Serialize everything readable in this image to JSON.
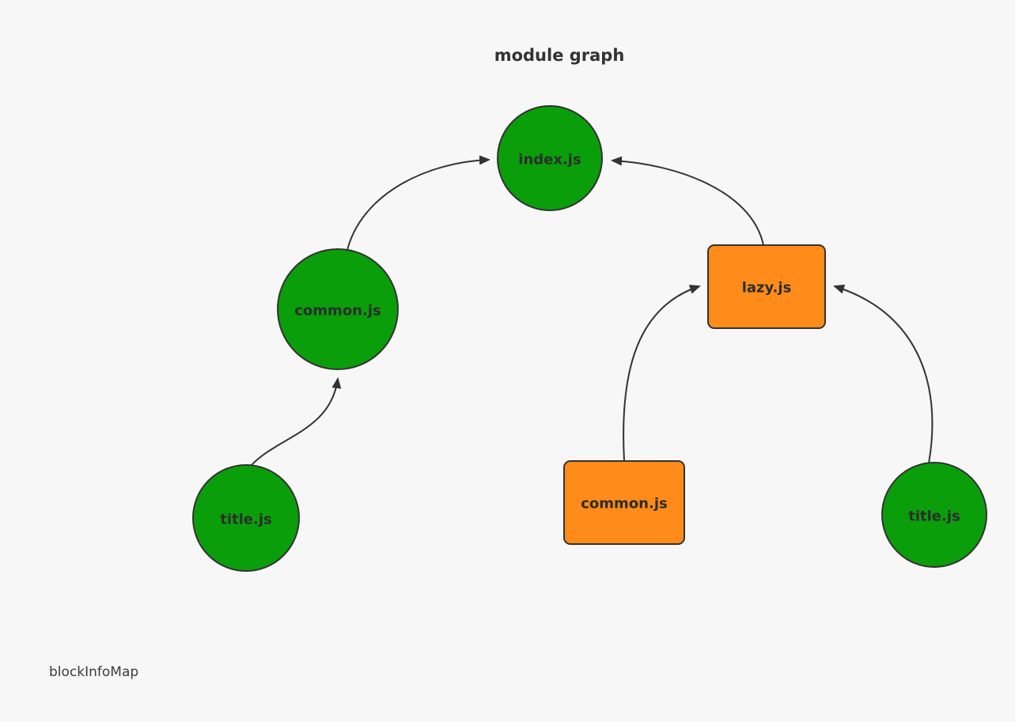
{
  "page": {
    "title": "module graph",
    "footer": "blockInfoMap"
  },
  "colors": {
    "background": "#f7f7f8",
    "node_green": "#0a9e0a",
    "node_orange": "#ff8c1a",
    "node_stroke": "#333333",
    "edge": "#333333",
    "label": "#2d2d2d"
  },
  "graph": {
    "nodes": [
      {
        "id": "index",
        "label": "index.js",
        "shape": "circle",
        "color": "#0a9e0a"
      },
      {
        "id": "common-left",
        "label": "common.js",
        "shape": "circle",
        "color": "#0a9e0a"
      },
      {
        "id": "title-left",
        "label": "title.js",
        "shape": "circle",
        "color": "#0a9e0a"
      },
      {
        "id": "lazy",
        "label": "lazy.js",
        "shape": "rect",
        "color": "#ff8c1a"
      },
      {
        "id": "common-bottom",
        "label": "common.js",
        "shape": "rect",
        "color": "#ff8c1a"
      },
      {
        "id": "title-right",
        "label": "title.js",
        "shape": "circle",
        "color": "#0a9e0a"
      }
    ],
    "edges": [
      {
        "from": "common-left",
        "to": "index"
      },
      {
        "from": "lazy",
        "to": "index"
      },
      {
        "from": "title-left",
        "to": "common-left"
      },
      {
        "from": "common-bottom",
        "to": "lazy"
      },
      {
        "from": "title-right",
        "to": "lazy"
      }
    ]
  }
}
